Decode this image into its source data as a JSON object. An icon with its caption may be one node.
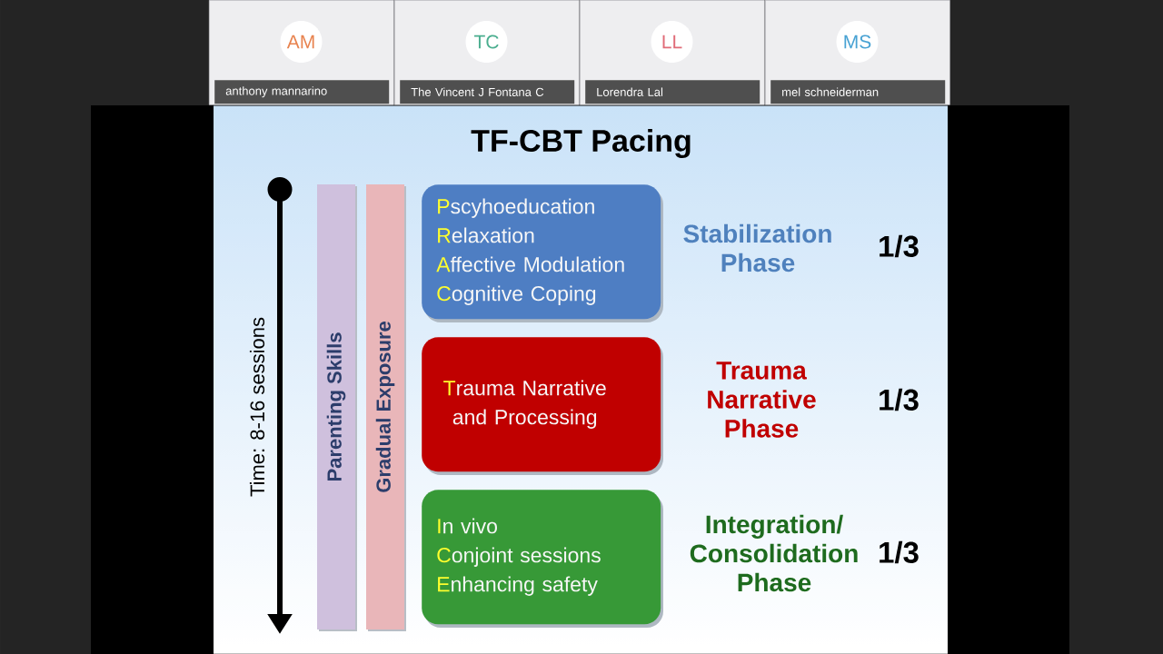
{
  "diagram": {
    "title": "TF-CBT Pacing",
    "nodes": [
      {
        "text": [],
        "shape": "box"
      },
      {
        "text": [
          "AM"
        ],
        "in": 0
      },
      {
        "text": [
          "anthony mannarino"
        ],
        "in": 0
      },
      {
        "text": [],
        "shape": "box"
      },
      {
        "text": [
          "TC"
        ],
        "in": 3
      },
      {
        "text": [
          "The Vincent J Fontana C"
        ],
        "in": 3
      },
      {
        "text": [],
        "shape": "box"
      },
      {
        "text": [
          "LL"
        ],
        "in": 6
      },
      {
        "text": [
          "Lorendra Lal"
        ],
        "in": 6
      },
      {
        "text": [],
        "shape": "box"
      },
      {
        "text": [
          "MS"
        ],
        "in": 9
      },
      {
        "text": [
          "mel schneiderman"
        ],
        "in": 9
      },
      {
        "text": [
          "Parenting Skills"
        ]
      },
      {
        "text": [
          "Gradual Exposure"
        ]
      },
      {
        "text": [
          "Pscyhoeducation",
          "Relaxation",
          "Affective Modulation",
          "Cognitive Coping"
        ],
        "beside": [
          "Stabilization Phase",
          "1/3"
        ]
      },
      {
        "text": [
          "Trauma Narrative and Processing"
        ],
        "beside": [
          "Trauma Narrative Phase",
          "1/3"
        ]
      },
      {
        "text": [
          "In vivo",
          "Conjoint sessions",
          "Enhancing safety"
        ],
        "beside": [
          "Integration/ Consolidation Phase",
          "1/3"
        ]
      }
    ],
    "labels": [
      "Time: 8-16 sessions"
    ]
  }
}
